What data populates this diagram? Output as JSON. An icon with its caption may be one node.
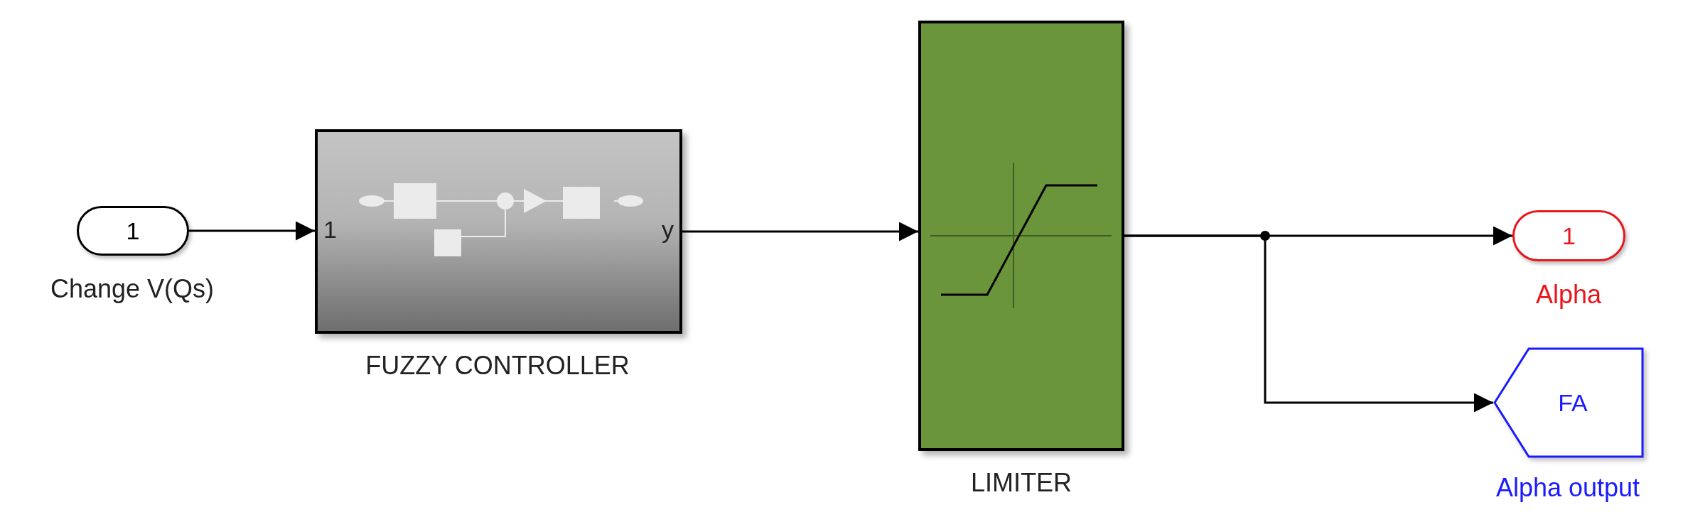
{
  "diagram": {
    "nodes": [
      {
        "text": [
          "1"
        ],
        "beside": [
          "Change V(Qs)"
        ]
      },
      {
        "text": [
          "1",
          "y"
        ],
        "beside": [
          "FUZZY CONTROLLER"
        ]
      },
      {
        "text": [],
        "shape": "box",
        "beside": [
          "LIMITER"
        ]
      },
      {
        "text": [
          "1"
        ],
        "beside": [
          "Alpha"
        ]
      },
      {
        "text": [
          "FA"
        ],
        "beside": [
          "Alpha output"
        ]
      }
    ],
    "edges": [
      {
        "from": 0,
        "to": 1,
        "arrow": "to"
      },
      {
        "from": 1,
        "to": 2,
        "arrow": "to"
      },
      {
        "from": 2,
        "to": 3,
        "arrow": "to"
      },
      {
        "from": 2,
        "to": 4,
        "arrow": "to"
      }
    ]
  }
}
